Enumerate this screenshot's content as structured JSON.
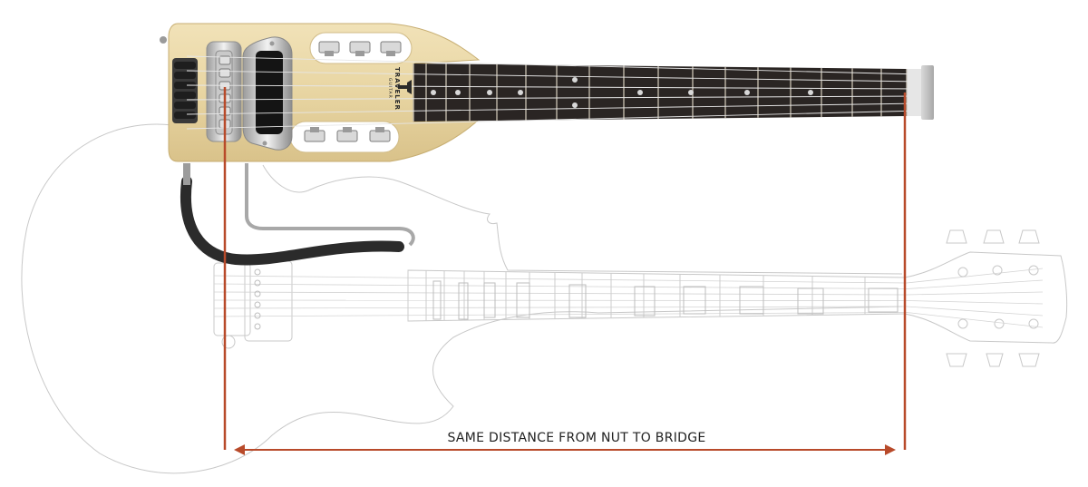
{
  "brand": {
    "name": "TRAVELER",
    "sub": "GUITAR"
  },
  "annotation": {
    "label": "SAME DISTANCE FROM NUT TO BRIDGE"
  },
  "colors": {
    "measure_line": "#b84a2a",
    "outline": "#c8c8c8",
    "wood": "#e9d7a6",
    "fretboard": "#2a2523",
    "background": "#ffffff"
  }
}
